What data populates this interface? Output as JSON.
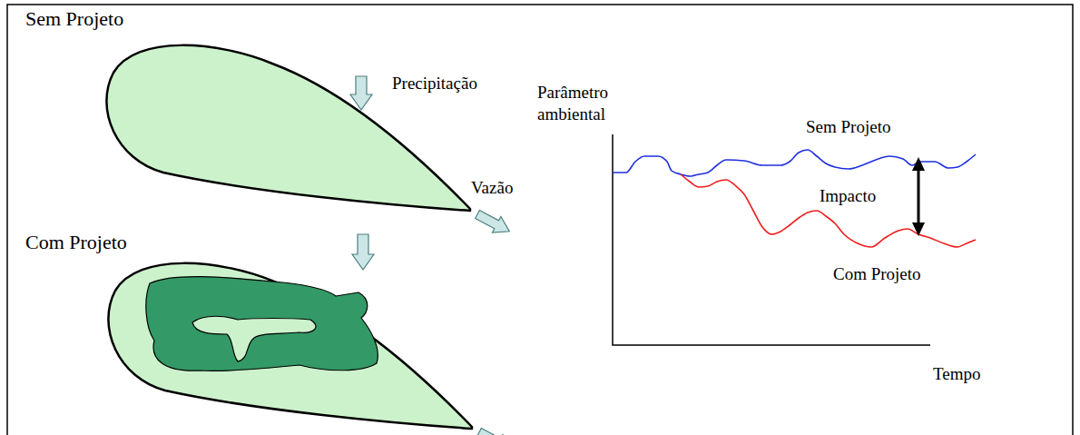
{
  "diagram": {
    "nodes": [
      {
        "text": [
          "Sem Projeto"
        ]
      },
      {
        "text": [
          "Com Projeto"
        ]
      }
    ],
    "labels": [
      "Precipitação",
      "Vazão",
      "Parâmetro ambiental",
      "Sem Projeto",
      "Impacto",
      "Com Projeto",
      "Tempo"
    ]
  }
}
